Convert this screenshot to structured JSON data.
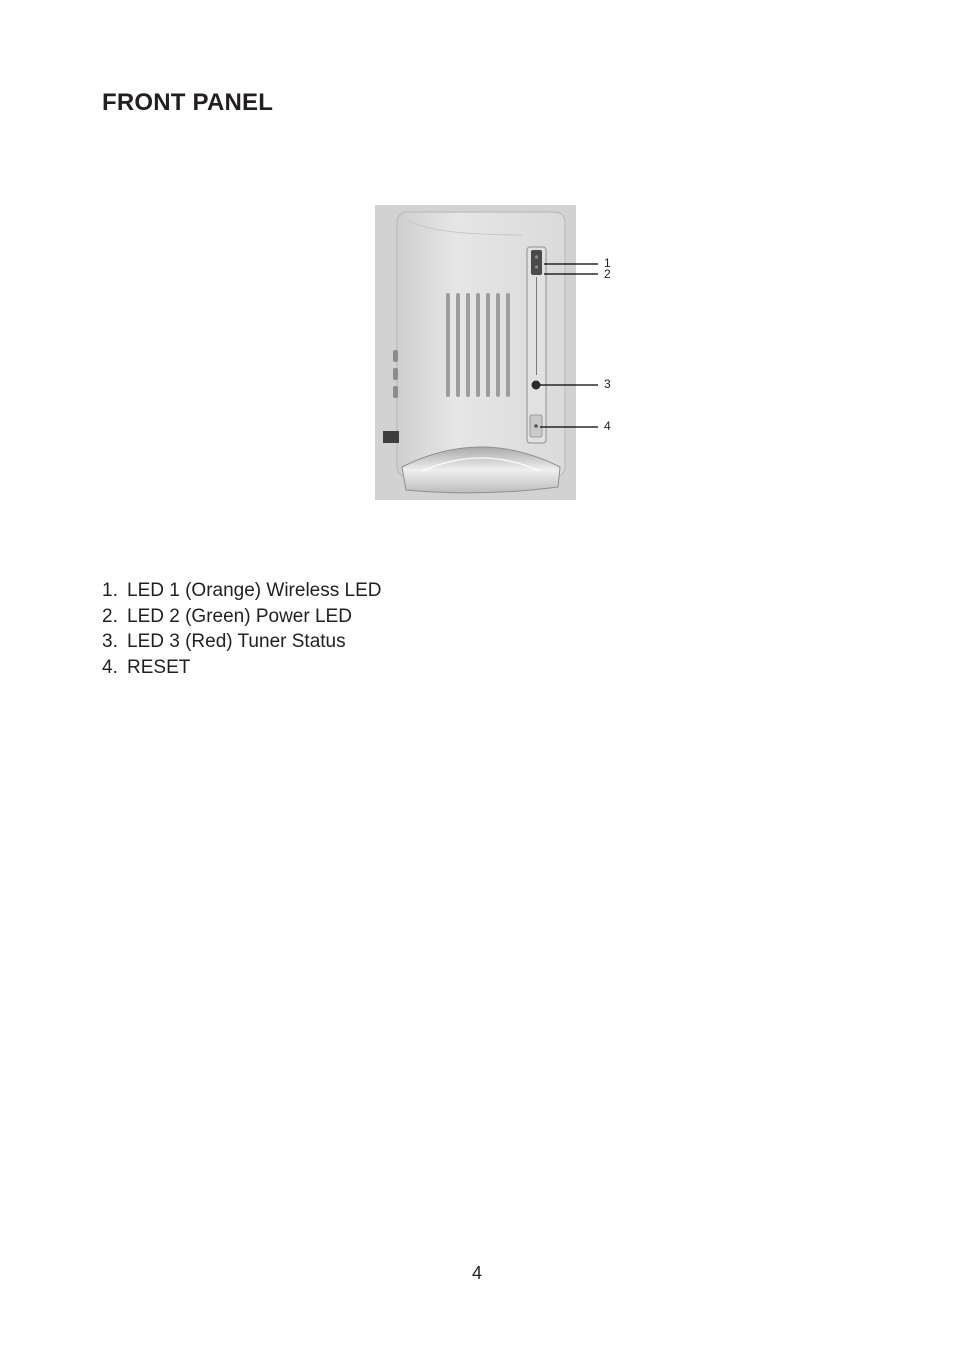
{
  "page": {
    "title": "FRONT PANEL",
    "page_number": "4"
  },
  "figure": {
    "callouts": [
      "1",
      "2",
      "3",
      "4"
    ]
  },
  "items": [
    {
      "num": "1.",
      "text": "LED 1 (Orange) Wireless LED"
    },
    {
      "num": "2.",
      "text": "LED 2 (Green) Power LED"
    },
    {
      "num": "3.",
      "text": "LED 3 (Red) Tuner Status"
    },
    {
      "num": "4.",
      "text": "RESET"
    }
  ]
}
